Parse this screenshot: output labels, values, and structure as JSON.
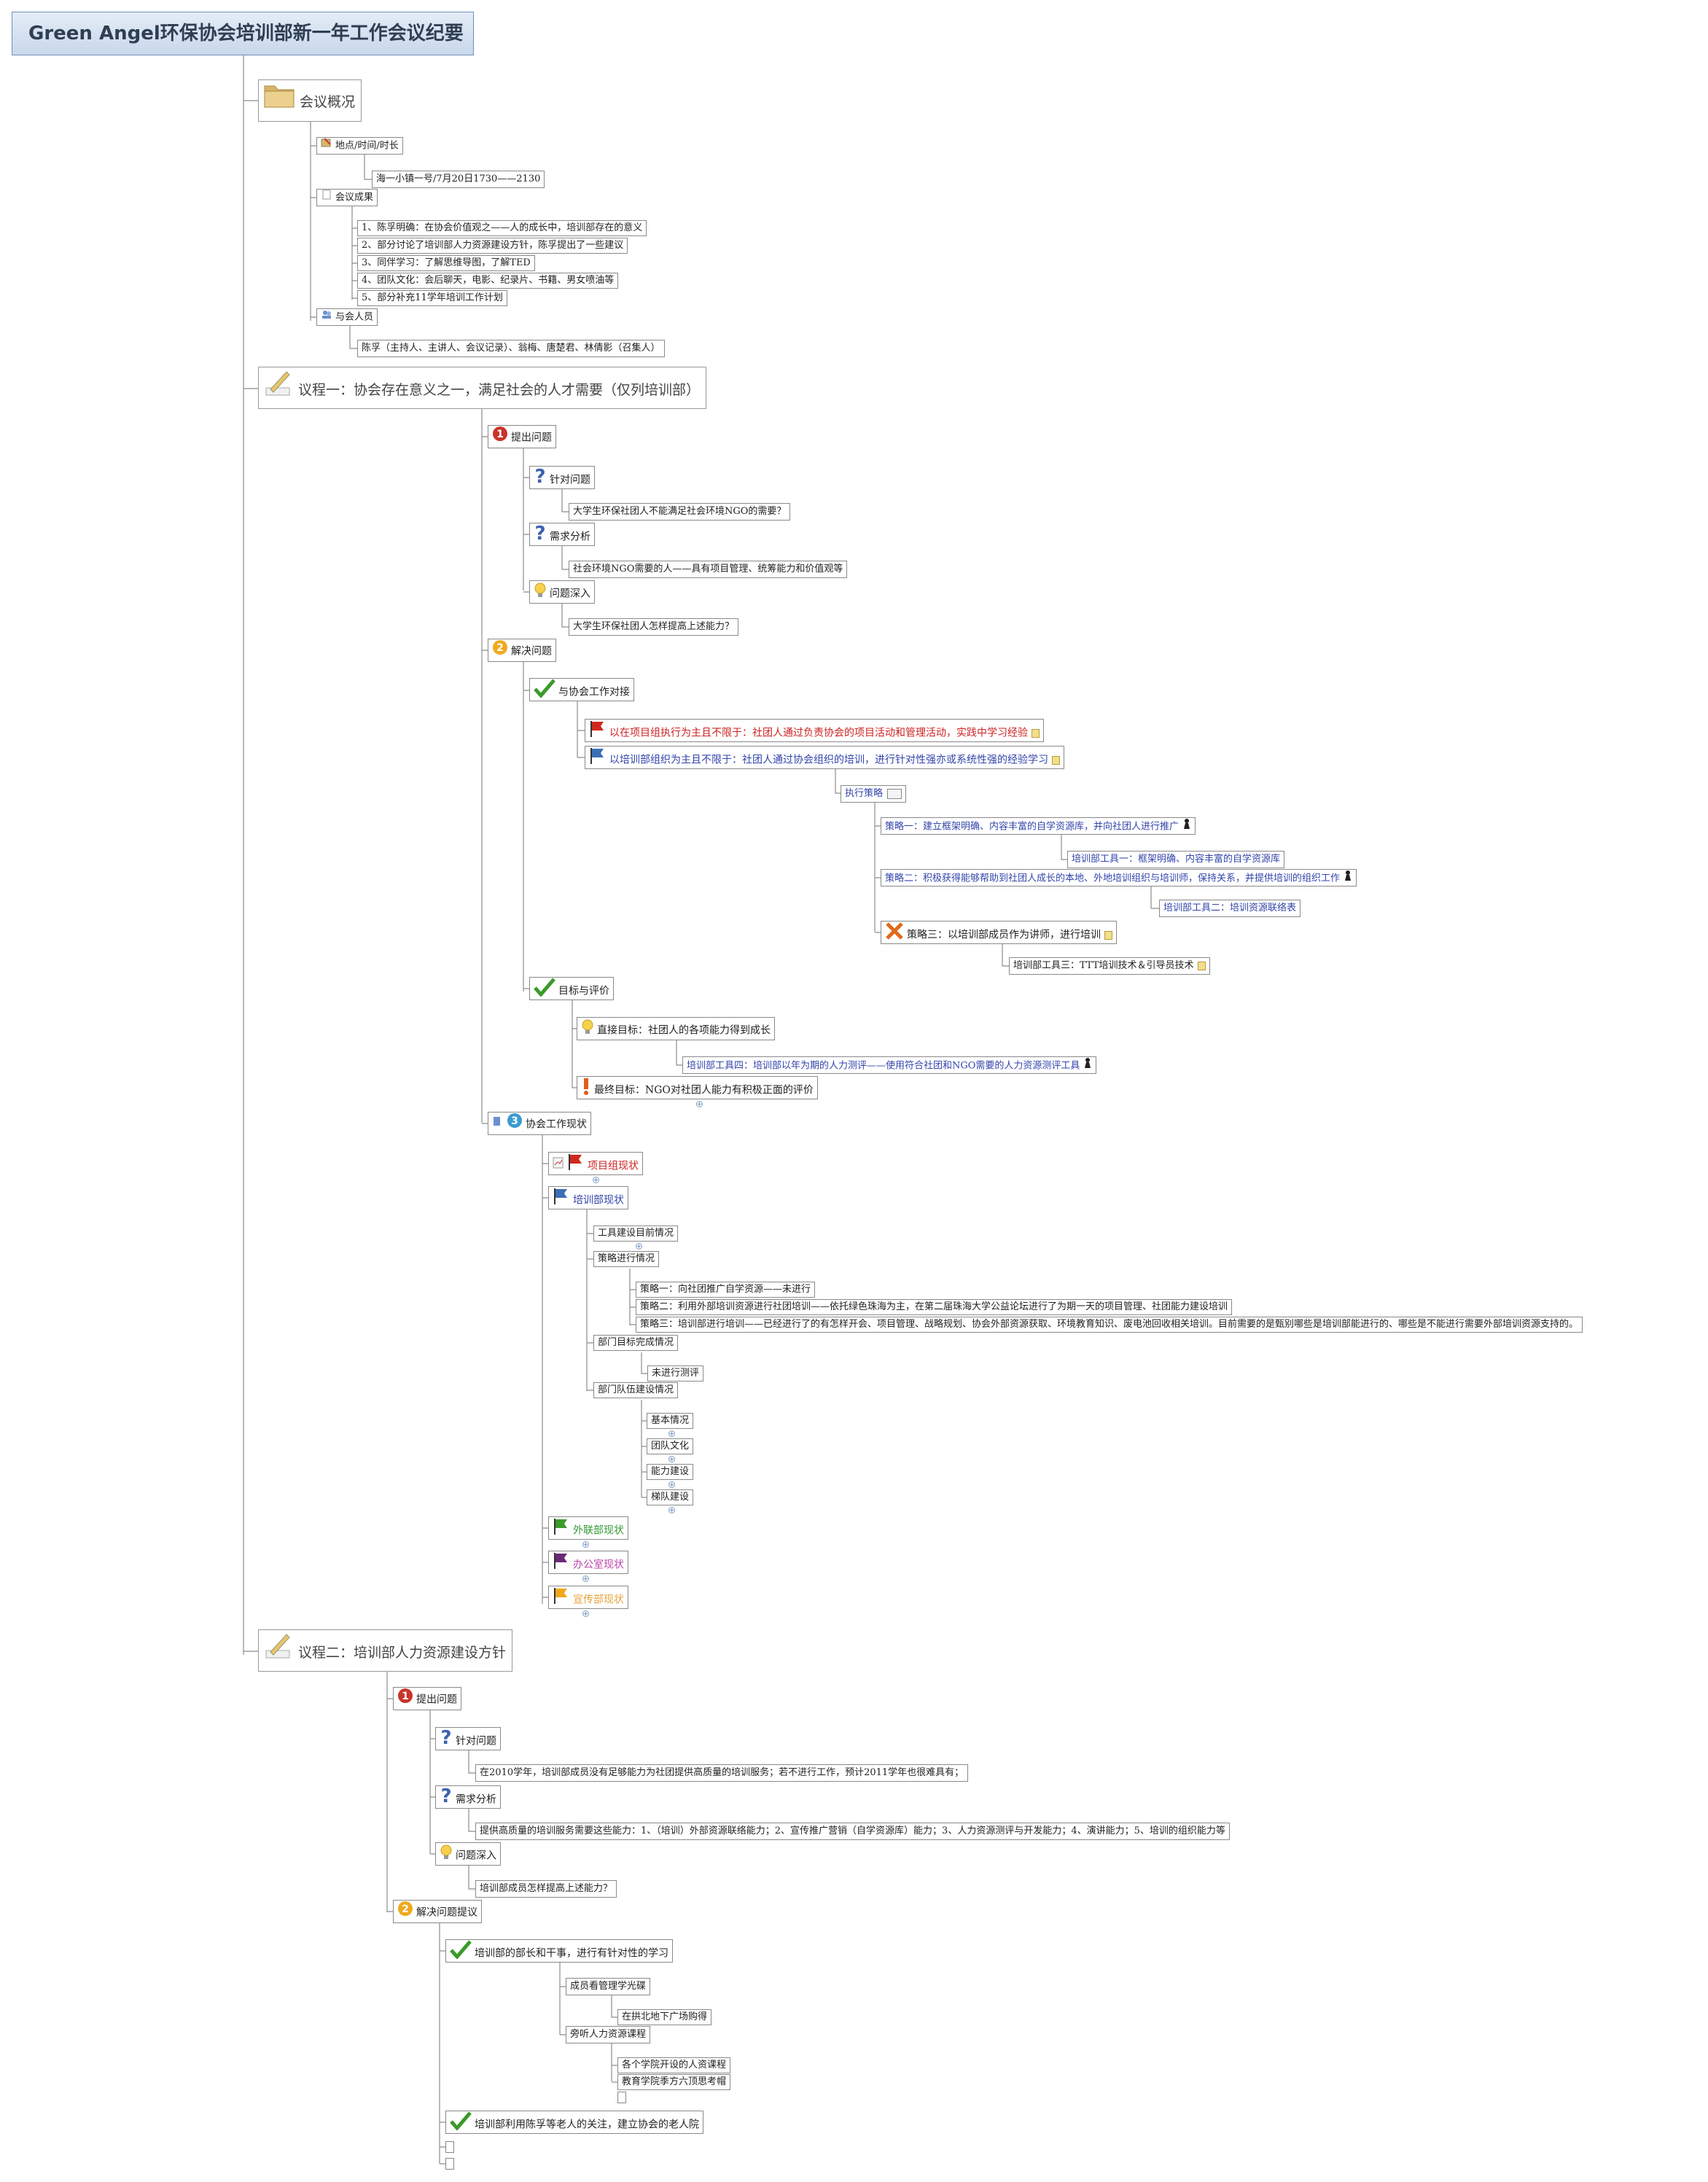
{
  "title": "Green Angel环保协会培训部新一年工作会议纪要",
  "overview": {
    "label": "会议概况",
    "place": "地点/时间/时长",
    "place_detail": "海一小镇一号/7月20日1730——2130",
    "results": "会议成果",
    "result_items": [
      "1、陈孚明确：在协会价值观之——人的成长中，培训部存在的意义",
      "2、部分讨论了培训部人力资源建设方针，陈孚提出了一些建议",
      "3、同伴学习：了解思维导图，了解TED",
      "4、团队文化：会后聊天，电影、纪录片、书籍、男女喷油等",
      "5、部分补充11学年培训工作计划"
    ],
    "attendees": "与会人员",
    "attendees_detail": "陈孚（主持人、主讲人、会议记录）、翁梅、唐楚君、林倩影（召集人）"
  },
  "agenda1": {
    "label": "议程一：协会存在意义之一，满足社会的人才需要（仅列培训部）",
    "q": "提出问题",
    "q_target": "针对问题",
    "q_target_detail": "大学生环保社团人不能满足社会环境NGO的需要？",
    "q_need": "需求分析",
    "q_need_detail": "社会环境NGO需要的人——具有项目管理、统筹能力和价值观等",
    "q_deep": "问题深入",
    "q_deep_detail": "大学生环保社团人怎样提高上述能力？",
    "solve": "解决问题",
    "dock": "与协会工作对接",
    "dock_red": "以在项目组执行为主且不限于：社团人通过负责协会的项目活动和管理活动，实践中学习经验",
    "dock_blue": "以培训部组织为主且不限于：社团人通过协会组织的培训，进行针对性强亦或系统性强的经验学习",
    "exec": "执行策略",
    "s1": "策略一：建立框架明确、内容丰富的自学资源库，并向社团人进行推广",
    "t1": "培训部工具一：框架明确、内容丰富的自学资源库",
    "s2": "策略二：积极获得能够帮助到社团人成长的本地、外地培训组织与培训师，保持关系，并提供培训的组织工作",
    "t2": "培训部工具二：培训资源联络表",
    "s3": "策略三：以培训部成员作为讲师，进行培训",
    "t3": "培训部工具三：TTT培训技术＆引导员技术",
    "goal": "目标与评价",
    "goal_direct": "直接目标：社团人的各项能力得到成长",
    "t4": "培训部工具四：培训部以年为期的人力测评——使用符合社团和NGO需要的人力资源测评工具",
    "goal_final": "最终目标：NGO对社团人能力有积极正面的评价",
    "status": "协会工作现状",
    "proj": "项目组现状",
    "train": "培训部现状",
    "train_tools": "工具建设目前情况",
    "train_strat": "策略进行情况",
    "train_strat_items": [
      "策略一：向社团推广自学资源——未进行",
      "策略二：利用外部培训资源进行社团培训——依托绿色珠海为主，在第二届珠海大学公益论坛进行了为期一天的项目管理、社团能力建设培训",
      "策略三：培训部进行培训——已经进行了的有怎样开会、项目管理、战略规划、协会外部资源获取、环境教育知识、废电池回收相关培训。目前需要的是甄别哪些是培训部能进行的、哪些是不能进行需要外部培训资源支持的。"
    ],
    "train_goal": "部门目标完成情况",
    "train_goal_detail": "未进行测评",
    "train_team": "部门队伍建设情况",
    "team_items": [
      "基本情况",
      "团队文化",
      "能力建设",
      "梯队建设"
    ],
    "ext": "外联部现状",
    "office": "办公室现状",
    "pub": "宣传部现状"
  },
  "agenda2": {
    "label": "议程二：培训部人力资源建设方针",
    "q": "提出问题",
    "q_target": "针对问题",
    "q_target_detail": "在2010学年，培训部成员没有足够能力为社团提供高质量的培训服务；若不进行工作，预计2011学年也很难具有；",
    "q_need": "需求分析",
    "q_need_detail": "提供高质量的培训服务需要这些能力：1、（培训）外部资源联络能力；2、宣传推广营销（自学资源库）能力；3、人力资源测评与开发能力；4、演讲能力；5、培训的组织能力等",
    "q_deep": "问题深入",
    "q_deep_detail": "培训部成员怎样提高上述能力？",
    "solve": "解决问题提议",
    "learn": "培训部的部长和干事，进行有针对性的学习",
    "learn_a": "成员看管理学光碟",
    "learn_a_detail": "在拱北地下广场购得",
    "learn_b": "旁听人力资源课程",
    "learn_b_items": [
      "各个学院开设的人资课程",
      "教育学院季方六顶思考帽"
    ],
    "elder": "培训部利用陈孚等老人的关注，建立协会的老人院"
  },
  "colors": {
    "line": "#8c8c8c",
    "title_bg": "#c9d8ec",
    "red_text": "#cc2222",
    "blue_text": "#3344aa"
  }
}
